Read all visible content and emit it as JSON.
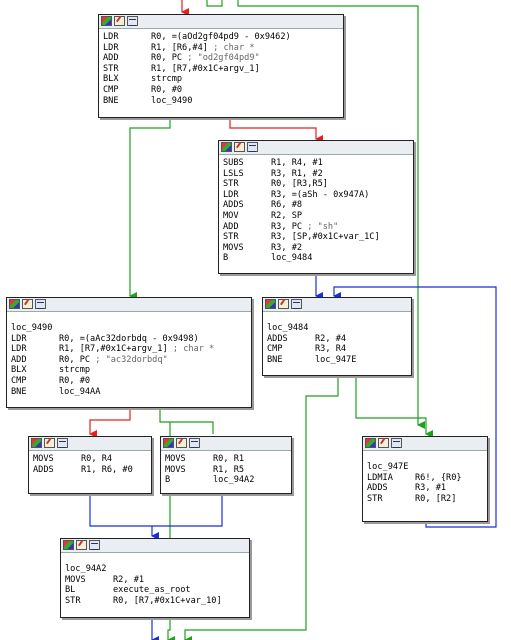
{
  "colors": {
    "edge_true": "#1fa01f",
    "edge_false": "#e0231c",
    "edge_uncond": "#1a2fd8"
  },
  "icons": [
    "graph-overview-icon",
    "edit-icon",
    "listing-icon"
  ],
  "blocks": {
    "b1": {
      "rows": [
        {
          "mn": "LDR",
          "op": "R0, =(aOd2gf04pd9 - 0x9462)",
          "cm": ""
        },
        {
          "mn": "LDR",
          "op": "R1, [R6,#4]",
          "cm": "; char *"
        },
        {
          "mn": "ADD",
          "op": "R0, PC",
          "cm": "; \"od2gf04pd9\""
        },
        {
          "mn": "STR",
          "op": "R1, [R7,#0x1C+argv_1]",
          "cm": ""
        },
        {
          "mn": "BLX",
          "op": "strcmp",
          "cm": ""
        },
        {
          "mn": "CMP",
          "op": "R0, #0",
          "cm": ""
        },
        {
          "mn": "BNE",
          "op": "loc_9490",
          "cm": ""
        }
      ]
    },
    "b2": {
      "rows": [
        {
          "mn": "SUBS",
          "op": "R1, R4, #1",
          "cm": ""
        },
        {
          "mn": "LSLS",
          "op": "R3, R1, #2",
          "cm": ""
        },
        {
          "mn": "STR",
          "op": "R0, [R3,R5]",
          "cm": ""
        },
        {
          "mn": "LDR",
          "op": "R3, =(aSh - 0x947A)",
          "cm": ""
        },
        {
          "mn": "ADDS",
          "op": "R6, #8",
          "cm": ""
        },
        {
          "mn": "MOV",
          "op": "R2, SP",
          "cm": ""
        },
        {
          "mn": "ADD",
          "op": "R3, PC",
          "cm": "; \"sh\""
        },
        {
          "mn": "STR",
          "op": "R3, [SP,#0x1C+var_1C]",
          "cm": ""
        },
        {
          "mn": "MOVS",
          "op": "R3, #2",
          "cm": ""
        },
        {
          "mn": "B",
          "op": "loc_9484",
          "cm": ""
        }
      ]
    },
    "b3": {
      "label": "loc_9490",
      "rows": [
        {
          "mn": "LDR",
          "op": "R0, =(aAc32dorbdq - 0x9498)",
          "cm": ""
        },
        {
          "mn": "LDR",
          "op": "R1, [R7,#0x1C+argv_1]",
          "cm": "; char *"
        },
        {
          "mn": "ADD",
          "op": "R0, PC",
          "cm": "; \"ac32dorbdq\""
        },
        {
          "mn": "BLX",
          "op": "strcmp",
          "cm": ""
        },
        {
          "mn": "CMP",
          "op": "R0, #0",
          "cm": ""
        },
        {
          "mn": "BNE",
          "op": "loc_94AA",
          "cm": ""
        }
      ]
    },
    "b4": {
      "label": "loc_9484",
      "rows": [
        {
          "mn": "ADDS",
          "op": "R2, #4",
          "cm": ""
        },
        {
          "mn": "CMP",
          "op": "R3, R4",
          "cm": ""
        },
        {
          "mn": "BNE",
          "op": "loc_947E",
          "cm": ""
        }
      ]
    },
    "b5": {
      "rows": [
        {
          "mn": "MOVS",
          "op": "R0, R4",
          "cm": ""
        },
        {
          "mn": "ADDS",
          "op": "R1, R6, #0",
          "cm": ""
        }
      ]
    },
    "b6": {
      "rows": [
        {
          "mn": "MOVS",
          "op": "R0, R1",
          "cm": ""
        },
        {
          "mn": "MOVS",
          "op": "R1, R5",
          "cm": ""
        },
        {
          "mn": "B",
          "op": "loc_94A2",
          "cm": ""
        }
      ]
    },
    "b7": {
      "label": "loc_947E",
      "rows": [
        {
          "mn": "LDMIA",
          "op": "R6!, {R0}",
          "cm": ""
        },
        {
          "mn": "ADDS",
          "op": "R3, #1",
          "cm": ""
        },
        {
          "mn": "STR",
          "op": "R0, [R2]",
          "cm": ""
        }
      ]
    },
    "b8": {
      "label": "loc_94A2",
      "rows": [
        {
          "mn": "MOVS",
          "op": "R2, #1",
          "cm": ""
        },
        {
          "mn": "BL",
          "op": "execute_as_root",
          "cm": ""
        },
        {
          "mn": "STR",
          "op": "R0, [R7,#0x1C+var_10]",
          "cm": ""
        }
      ]
    }
  }
}
